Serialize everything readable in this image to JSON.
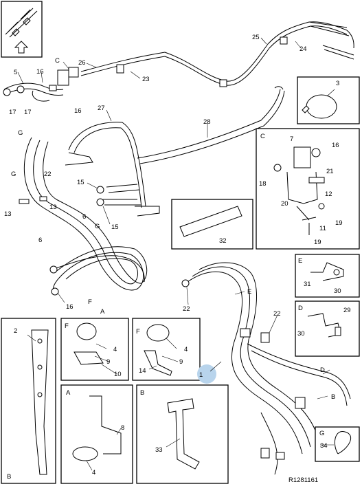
{
  "figure_ref": "R1281161",
  "callouts": {
    "c1": "1",
    "c2": "2",
    "c3": "3",
    "c4a": "4",
    "c4b": "4",
    "c4c": "4",
    "c5": "5",
    "c6a": "6",
    "c6b": "6",
    "c7": "7",
    "c8": "8",
    "c9a": "9",
    "c9b": "9",
    "c10": "10",
    "c11": "11",
    "c12": "12",
    "c13a": "13",
    "c13b": "13",
    "c14": "14",
    "c15a": "15",
    "c15b": "15",
    "c16a": "16",
    "c16b": "16",
    "c16c": "16",
    "c16d": "16",
    "c17a": "17",
    "c17b": "17",
    "c18": "18",
    "c19a": "19",
    "c19b": "19",
    "c20": "20",
    "c21": "21",
    "c22a": "22",
    "c22b": "22",
    "c22c": "22",
    "c23": "23",
    "c24": "24",
    "c25": "25",
    "c26": "26",
    "c27": "27",
    "c28": "28",
    "c29": "29",
    "c30a": "30",
    "c30b": "30",
    "c31": "31",
    "c32": "32",
    "c33": "33",
    "c34": "34"
  },
  "letters": {
    "A_main": "A",
    "B_main": "B",
    "C_main": "C",
    "D_main": "D",
    "E_main": "E",
    "F_main": "F",
    "G_top": "G",
    "G_mid": "G",
    "G_left": "G",
    "box_A": "A",
    "box_B": "B",
    "box_B_left": "B",
    "box_C": "C",
    "box_D": "D",
    "box_E": "E",
    "box_F1": "F",
    "box_F2": "F",
    "box_G": "G"
  }
}
